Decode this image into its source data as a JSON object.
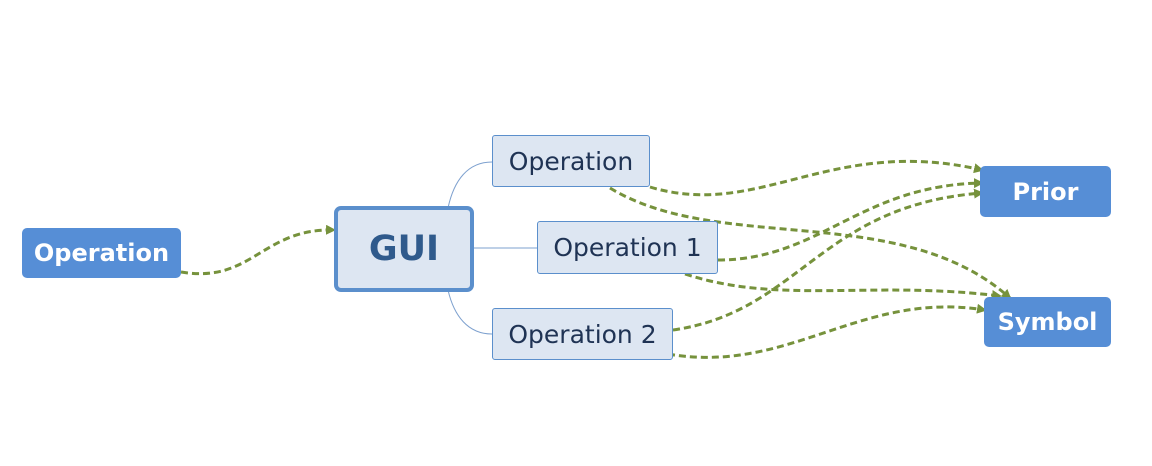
{
  "nodes": {
    "source": "Operation",
    "central": "GUI",
    "branch_top": "Operation",
    "branch_middle": "Operation 1",
    "branch_bottom": "Operation 2",
    "target_prior": "Prior",
    "target_symbol": "Symbol"
  },
  "colors": {
    "solid_node": "#568ed6",
    "light_node": "#dde6f2",
    "node_border": "#5b8fcc",
    "branch_line": "#7ea1cf",
    "relation_line": "#76923c"
  }
}
